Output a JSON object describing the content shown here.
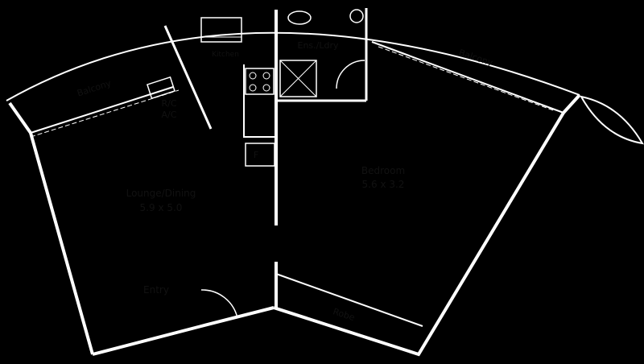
{
  "rooms": {
    "balcony_left": {
      "name": "Balcony"
    },
    "balcony_right": {
      "name": "Balcony"
    },
    "kitchen": {
      "name": "Kitchen"
    },
    "ens_ldry": {
      "name": "Ens./Ldry"
    },
    "ac": {
      "line1": "R/C",
      "line2": "A/C"
    },
    "fridge": {
      "name": "F"
    },
    "bedroom": {
      "name": "Bedroom",
      "dims": "5.6 x 3.2"
    },
    "lounge": {
      "name": "Lounge/Dining",
      "dims": "5.9 x 5.0"
    },
    "entry": {
      "name": "Entry"
    },
    "robe": {
      "name": "Robe"
    }
  },
  "colors": {
    "background": "#000000",
    "wall": "#ffffff",
    "text": "#111111"
  }
}
